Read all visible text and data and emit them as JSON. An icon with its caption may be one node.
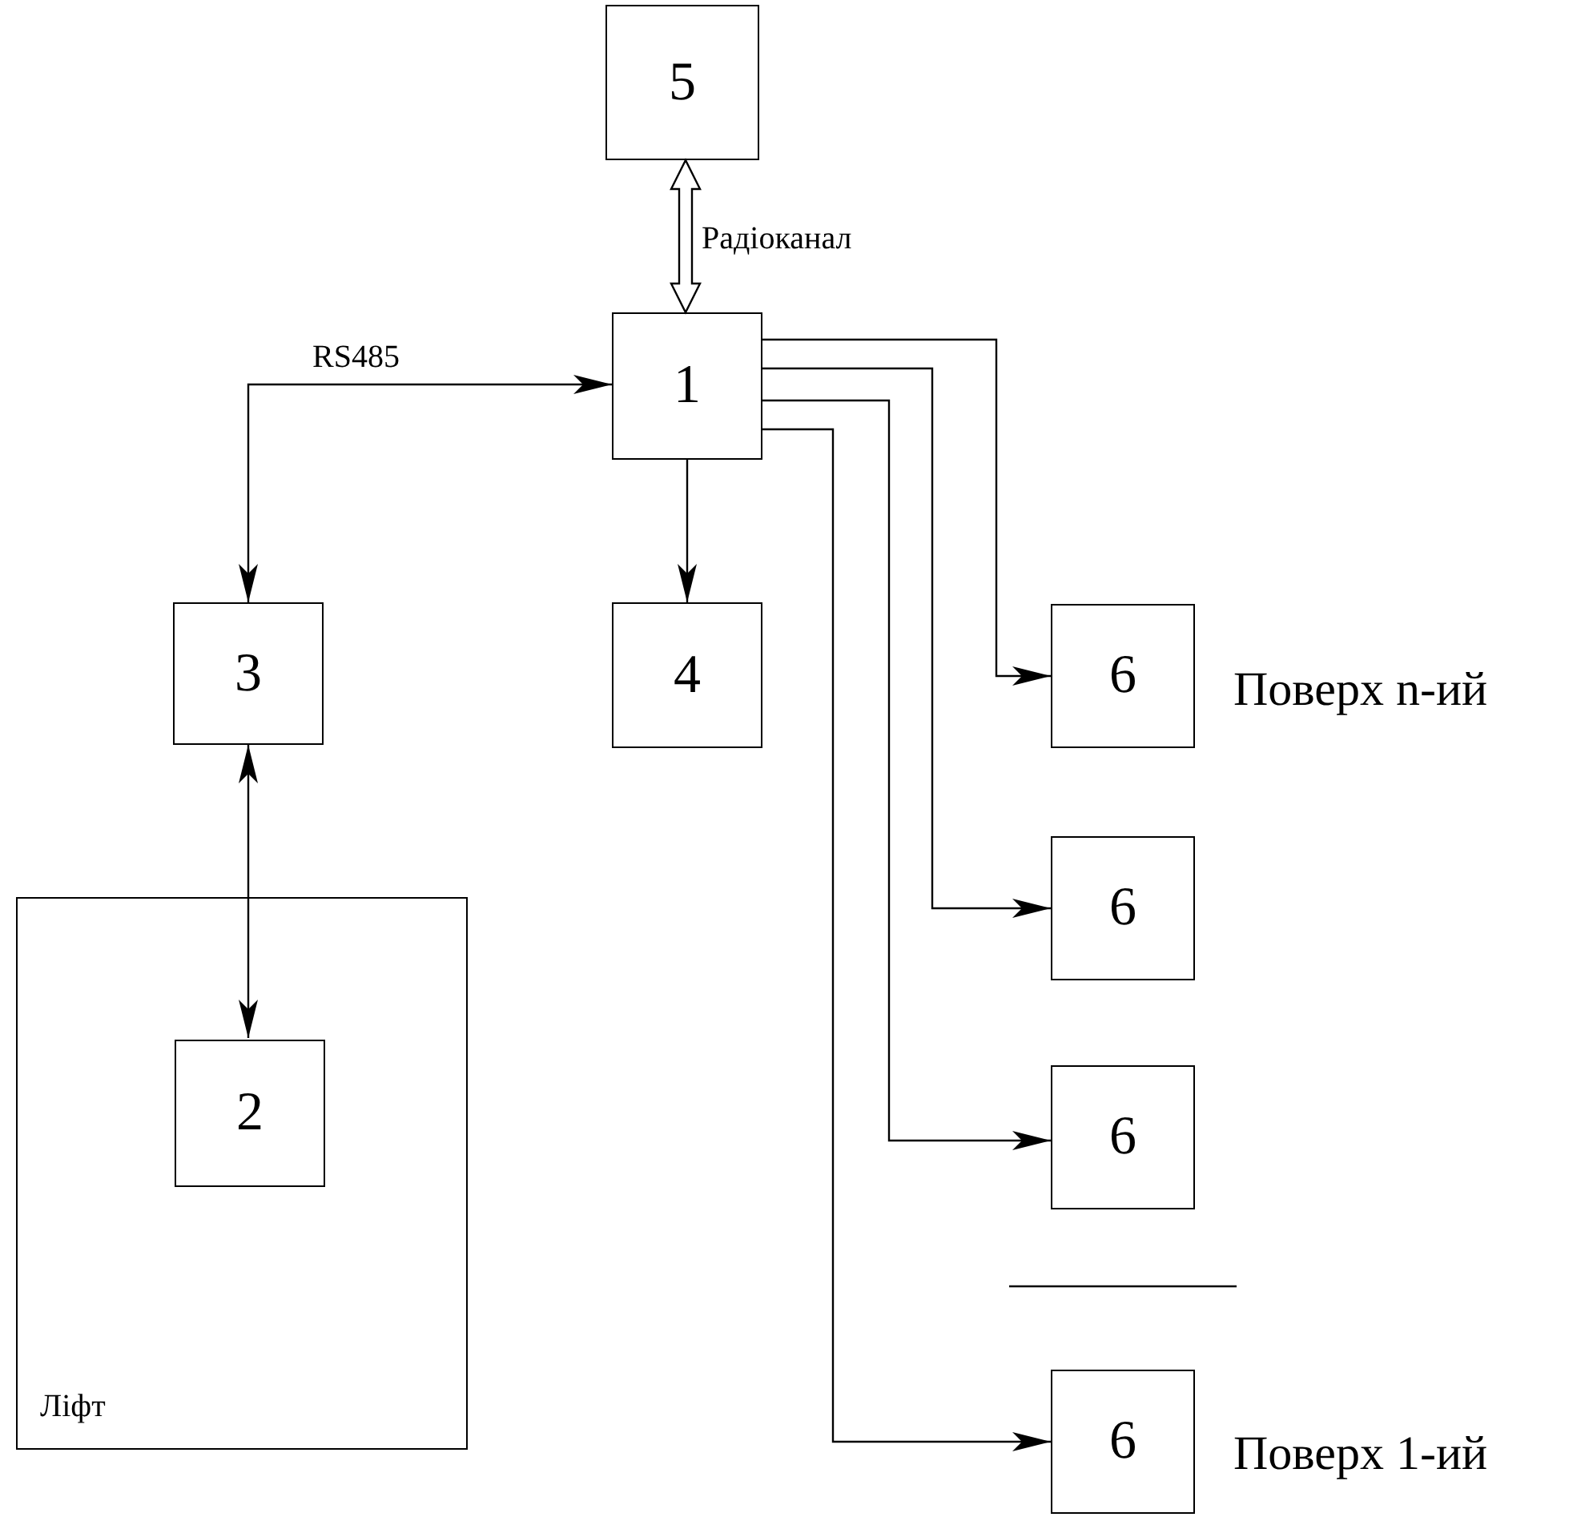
{
  "diagram": {
    "nodes": [
      {
        "text": [
          "5"
        ]
      },
      {
        "text": [
          "1"
        ]
      },
      {
        "text": [
          "3"
        ]
      },
      {
        "text": [
          "4"
        ]
      },
      {
        "text": [
          "6"
        ],
        "beside": [
          "Поверх n-ий"
        ]
      },
      {
        "text": [
          "6"
        ]
      },
      {
        "text": [
          "Ліфт"
        ]
      },
      {
        "text": [
          "2"
        ],
        "in": 6
      },
      {
        "text": [
          "6"
        ]
      },
      {
        "text": [
          "6"
        ],
        "beside": [
          "Поверх 1-ий"
        ]
      }
    ],
    "edges": [
      {
        "from": 0,
        "to": 1,
        "arrow": "both",
        "label": "Радіоканал",
        "style": "thick"
      },
      {
        "from": 1,
        "to": 2,
        "arrow": "both",
        "label": "RS485"
      },
      {
        "from": 2,
        "to": 7,
        "arrow": "both"
      },
      {
        "from": 1,
        "to": 3,
        "arrow": "to"
      },
      {
        "from": 1,
        "to": 4,
        "arrow": "to"
      },
      {
        "from": 1,
        "to": 5,
        "arrow": "to"
      },
      {
        "from": 1,
        "to": 8,
        "arrow": "to"
      },
      {
        "from": 1,
        "to": 9,
        "arrow": "to"
      }
    ]
  }
}
